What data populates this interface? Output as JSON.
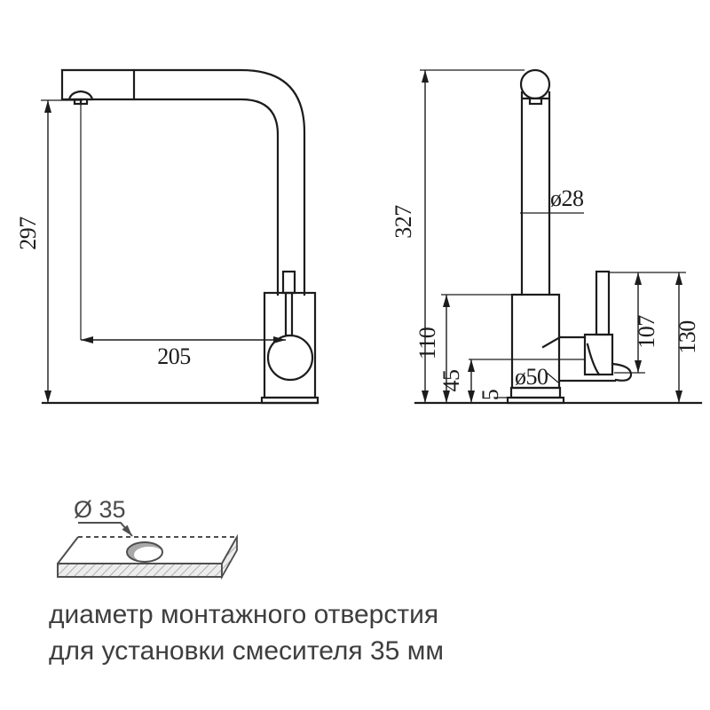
{
  "drawing_title": "kitchen faucet dimensional drawing",
  "views": {
    "side_view": {
      "height": "297",
      "spout_reach": "205"
    },
    "front_view": {
      "total_height": "327",
      "pipe_diameter": "ø28",
      "body_height": "110",
      "lower_offset": "45",
      "base_plate_thickness": "5",
      "base_diameter": "ø50",
      "handle_height": "107",
      "handle_total_height": "130"
    },
    "mounting_panel": {
      "hole_diameter": "Ø 35"
    }
  },
  "caption": {
    "line1": "диаметр монтажного отверстия",
    "line2": "для установки смесителя 35 мм"
  },
  "colors": {
    "line": "#1c1c1c",
    "panel_line": "#4f4f4f",
    "caption_text": "#3e3e3e",
    "hatch": "#9b9b9b",
    "hole_shade": "#a9a9a9"
  }
}
